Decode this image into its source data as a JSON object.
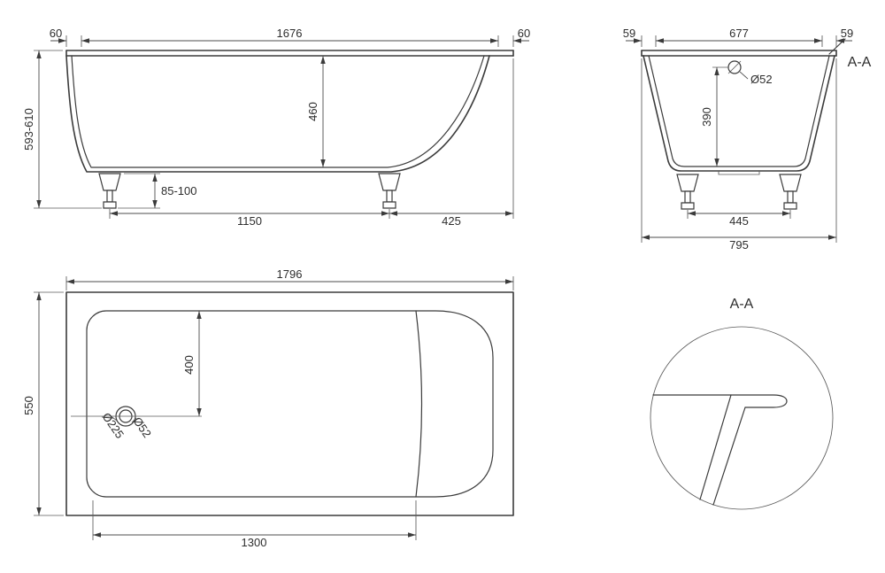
{
  "colors": {
    "line": "#3b3b3b",
    "background": "#ffffff"
  },
  "side_view": {
    "dim_left_rim": "60",
    "dim_inner_length": "1676",
    "dim_right_rim": "60",
    "dim_height": "593-610",
    "dim_depth": "460",
    "dim_foot_height": "85-100",
    "dim_feet_spacing": "1150",
    "dim_end_overhang": "425"
  },
  "end_view": {
    "section_label": "A-A",
    "dim_left_rim": "59",
    "dim_inner_width": "677",
    "dim_right_rim": "59",
    "dim_drain_dia": "Ø52",
    "dim_drain_height": "390",
    "dim_feet_spacing": "445",
    "dim_overall_width": "795"
  },
  "plan_view": {
    "dim_overall_length": "1796",
    "dim_width": "550",
    "dim_drain_offset": "400",
    "dim_recess_dia": "Ø225",
    "dim_drain_dia": "Ø52",
    "dim_basin_length": "1300"
  },
  "section_detail": {
    "label": "A-A"
  }
}
